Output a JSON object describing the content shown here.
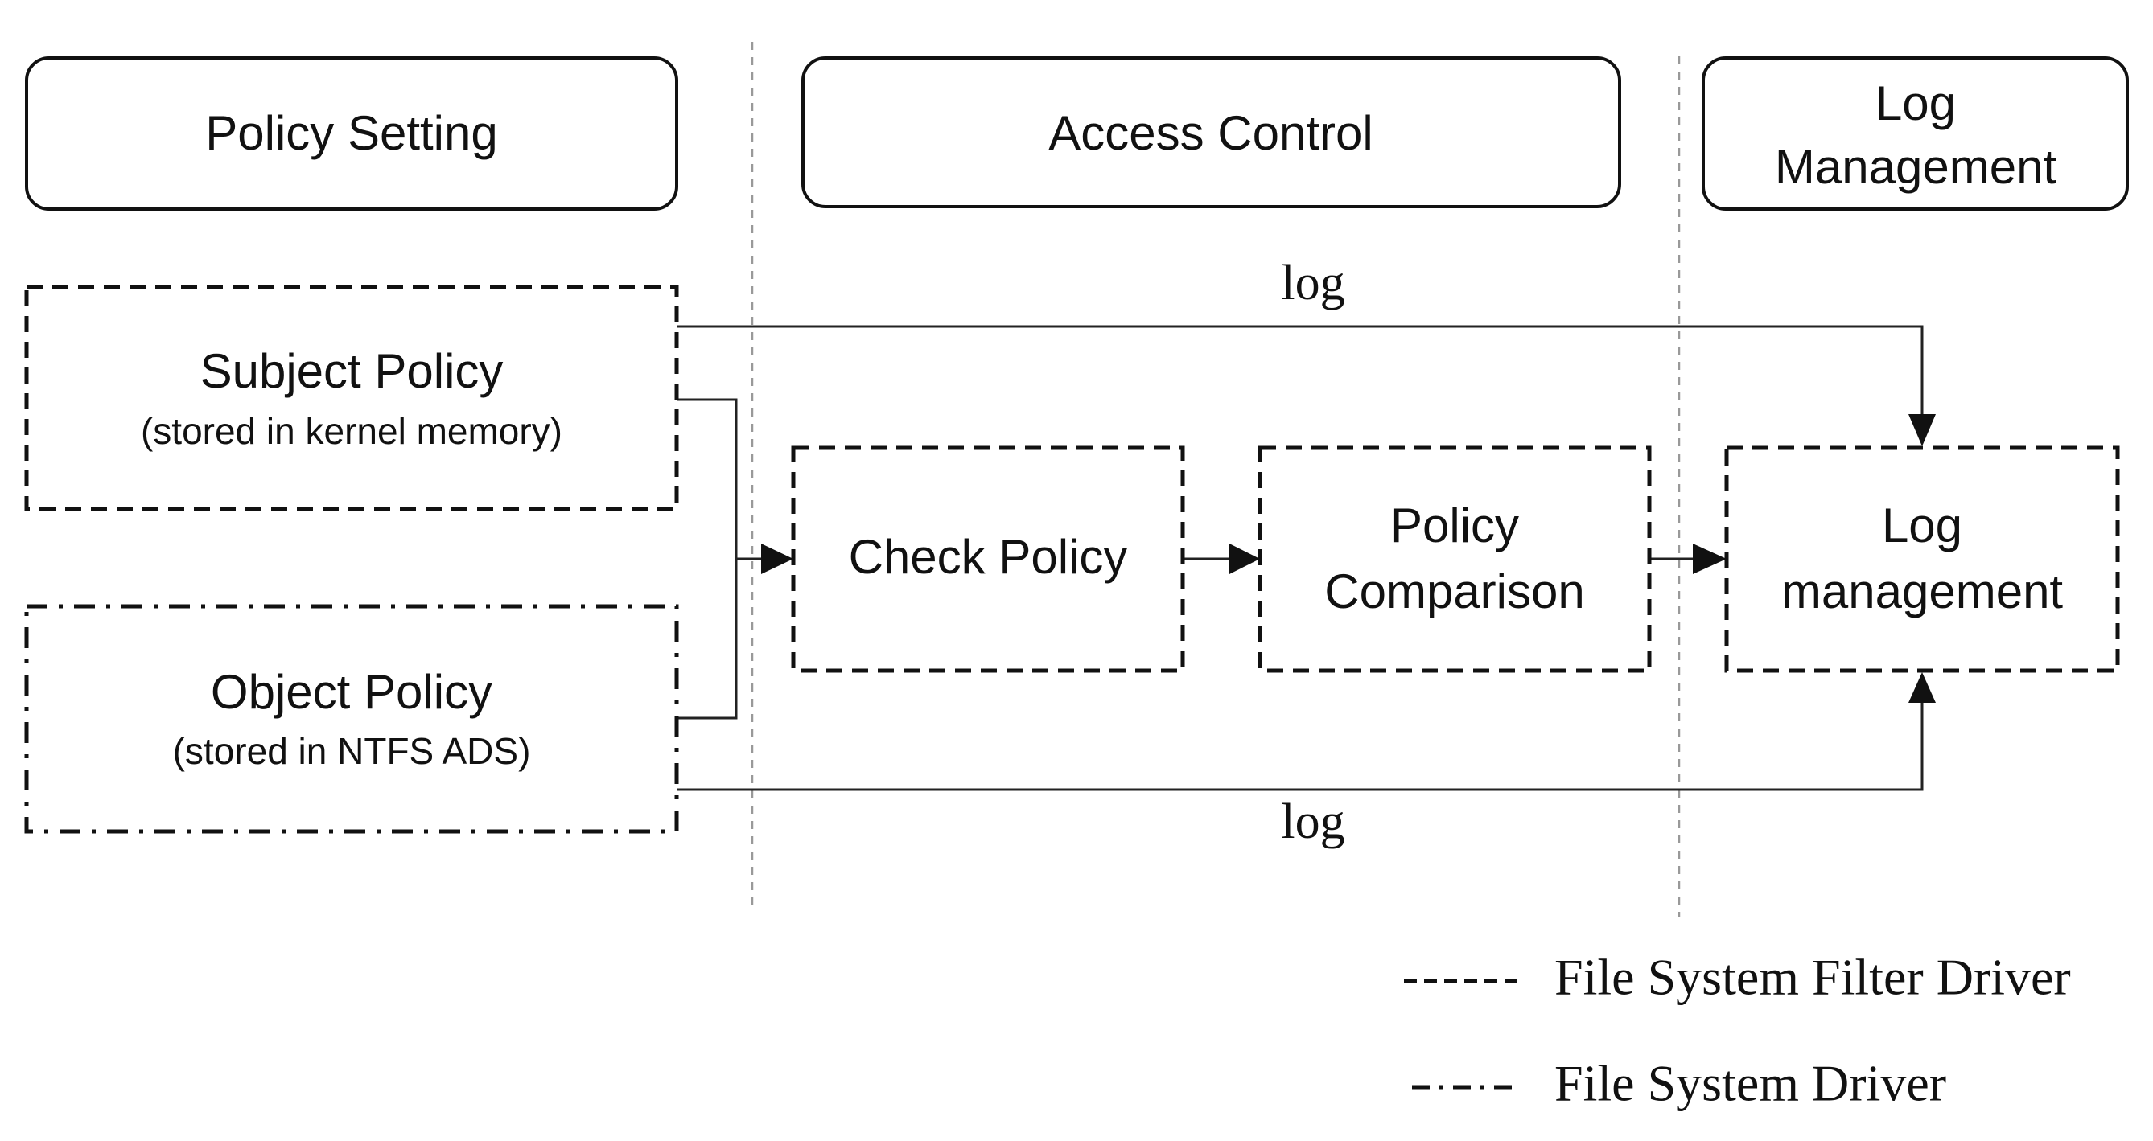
{
  "headers": {
    "policy_setting": "Policy Setting",
    "access_control": "Access Control",
    "log_management_line1": "Log",
    "log_management_line2": "Management"
  },
  "nodes": {
    "subject_policy": {
      "title": "Subject Policy",
      "subtitle": "(stored in kernel memory)"
    },
    "object_policy": {
      "title": "Object Policy",
      "subtitle": "(stored in NTFS ADS)"
    },
    "check_policy": {
      "title": "Check Policy"
    },
    "policy_comparison": {
      "line1": "Policy",
      "line2": "Comparison"
    },
    "log_management": {
      "line1": "Log",
      "line2": "management"
    }
  },
  "edges": {
    "top_log_label": "log",
    "bottom_log_label": "log"
  },
  "legend": {
    "filter_driver": "File System Filter Driver",
    "file_system_driver": "File System Driver"
  }
}
